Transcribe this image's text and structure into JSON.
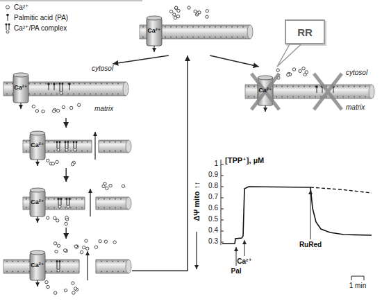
{
  "diagram": {
    "nodes": [
      {
        "text": [
          "Ca²⁺"
        ]
      },
      {
        "text": [
          "RR"
        ]
      },
      {
        "text": [
          "cytosol",
          "Ca²⁺",
          "matrix"
        ]
      },
      {
        "text": [
          "Ca²⁺",
          "cytosol",
          "matrix"
        ]
      },
      {
        "text": [
          "Ca²⁺"
        ]
      },
      {
        "text": [
          "Ca²⁺"
        ]
      },
      {
        "text": [
          "Ca²⁺"
        ]
      }
    ],
    "edges": [
      {
        "from": 0,
        "to": 2,
        "arrow": "to"
      },
      {
        "from": 0,
        "to": 3,
        "arrow": "to"
      },
      {
        "from": 1,
        "to": 3,
        "arrow": "none"
      },
      {
        "from": 2,
        "to": 4,
        "arrow": "to"
      },
      {
        "from": 4,
        "to": 5,
        "arrow": "to"
      },
      {
        "from": 5,
        "to": 6,
        "arrow": "to"
      },
      {
        "from": 6,
        "to": 0,
        "arrow": "to"
      }
    ],
    "labels": [
      "[TPP⁺], µM",
      "ΔΨ mito ↑↑",
      "1",
      "0.9",
      "0.8",
      "0.7",
      "0.6",
      "0.5",
      "0.4",
      "0.3",
      "Pal",
      "Ca²⁺",
      "RuRed",
      "1 min"
    ],
    "legend": [
      {
        "text": "Ca²⁺"
      },
      {
        "text": "Palmitic acid (PA)"
      },
      {
        "text": "Ca²⁺/PA complex"
      }
    ]
  }
}
